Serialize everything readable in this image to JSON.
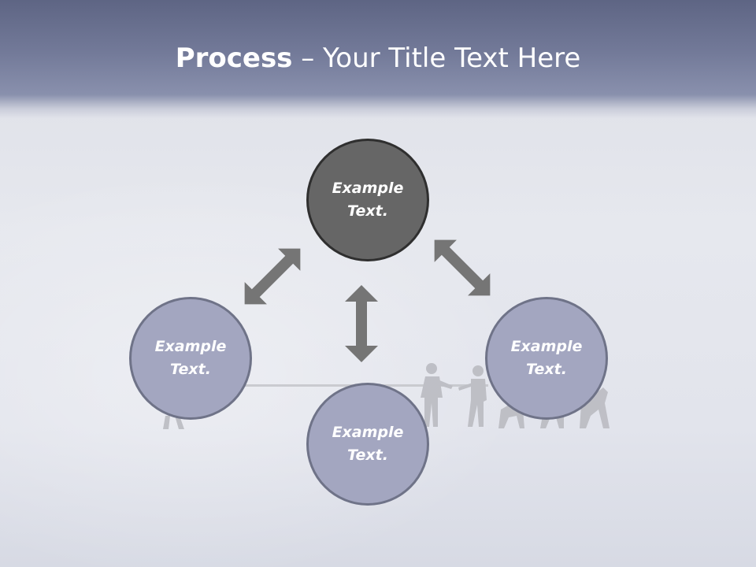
{
  "title": {
    "bold": "Process",
    "rest": " – Your Title Text Here"
  },
  "nodes": [
    {
      "name": "node-top",
      "line1": "Example",
      "line2": "Text."
    },
    {
      "name": "node-left",
      "line1": "Example",
      "line2": "Text."
    },
    {
      "name": "node-right",
      "line1": "Example",
      "line2": "Text."
    },
    {
      "name": "node-bottom",
      "line1": "Example",
      "line2": "Text."
    }
  ],
  "colors": {
    "header": "#737a99",
    "node_dark": "#666666",
    "node_dark_border": "#2f2f2f",
    "node_light": "#a3a6c0",
    "node_light_border": "#6f7388",
    "arrow": "#757575"
  },
  "icons": {
    "background": "tug-of-war-silhouettes",
    "connectors": "double-headed-arrow"
  }
}
